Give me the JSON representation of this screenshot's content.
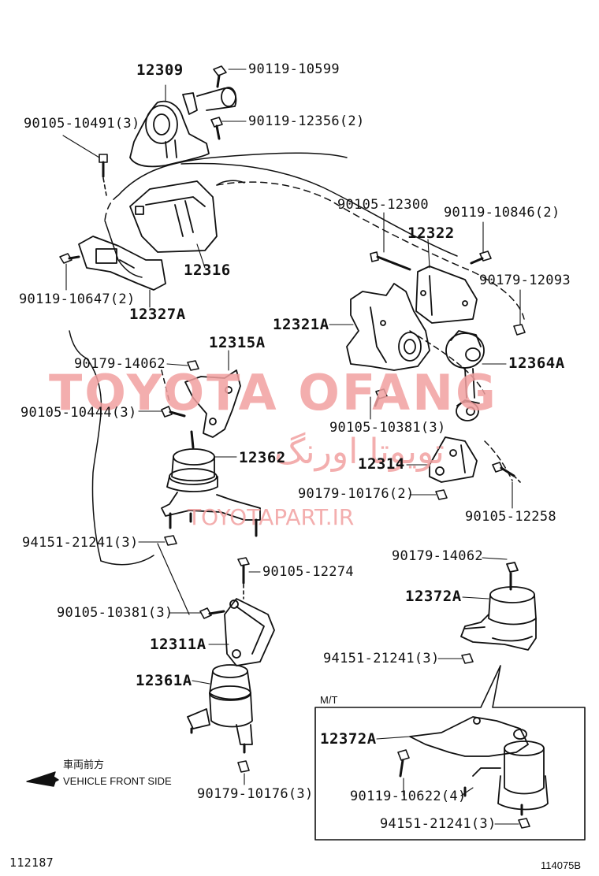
{
  "watermark": {
    "brand": "TOYOTA OFANG",
    "persian": "تویوتا اورنگ",
    "url": "TOYOTAPART.IR"
  },
  "labels": {
    "p12309": "12309",
    "p90119_10599": "90119-10599",
    "p90105_10491": "90105-10491(3)",
    "p90119_12356": "90119-12356(2)",
    "p90105_12300": "90105-12300",
    "p90119_10846": "90119-10846(2)",
    "p12322": "12322",
    "p12316": "12316",
    "p90179_12093": "90179-12093",
    "p90119_10647": "90119-10647(2)",
    "p12327A": "12327A",
    "p12321A": "12321A",
    "p12315A": "12315A",
    "p12364A": "12364A",
    "p90179_14062_a": "90179-14062",
    "p90105_10444": "90105-10444(3)",
    "p90105_10381_a": "90105-10381(3)",
    "p12362": "12362",
    "p12314": "12314",
    "p90179_10176_a": "90179-10176(2)",
    "p90105_12258": "90105-12258",
    "p94151_21241_a": "94151-21241(3)",
    "p90105_12274": "90105-12274",
    "p90179_14062_b": "90179-14062",
    "p12372A_a": "12372A",
    "p90105_10381_b": "90105-10381(3)",
    "p12311A": "12311A",
    "p94151_21241_b": "94151-21241(3)",
    "p12361A": "12361A",
    "mt": "M/T",
    "p12372A_b": "12372A",
    "p90119_10622": "90119-10622(4)",
    "p90179_10176_b": "90179-10176(3)",
    "p94151_21241_c": "94151-21241(3)"
  },
  "front": {
    "jp": "車両前方",
    "en": "VEHICLE FRONT SIDE"
  },
  "footer": {
    "left": "112187",
    "right": "114075B"
  }
}
